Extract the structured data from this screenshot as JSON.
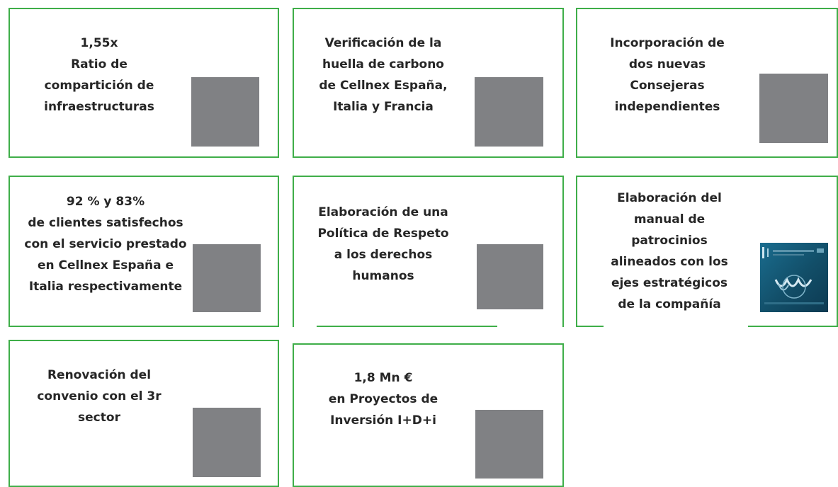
{
  "colors": {
    "border": "#3fae49",
    "text": "#262626",
    "placeholder": "#808184",
    "badge_dark": "#0d3a52",
    "badge_light": "#1a6d8f"
  },
  "cards": [
    {
      "lines": [
        "1,55x",
        "Ratio de",
        "compartición de",
        "infraestructuras"
      ],
      "icon": "image-placeholder"
    },
    {
      "lines": [
        "Verificación de la",
        "huella de carbono",
        "de Cellnex España,",
        "Italia y Francia"
      ],
      "icon": "image-placeholder"
    },
    {
      "lines": [
        "Incorporación de",
        "dos nuevas",
        "Consejeras",
        "independientes"
      ],
      "icon": "image-placeholder"
    },
    {
      "lines": [
        "92 % y 83%",
        "de clientes satisfechos",
        "con el servicio prestado",
        "en Cellnex España e",
        "Italia respectivamente"
      ],
      "icon": "image-placeholder"
    },
    {
      "lines": [
        "Elaboración de una",
        "Política de Respeto",
        "a los derechos",
        "humanos"
      ],
      "icon": "image-placeholder"
    },
    {
      "lines": [
        "Elaboración del",
        "manual de",
        "patrocinios",
        "alineados con los",
        "ejes estratégicos",
        "de la compañía"
      ],
      "icon": "sponsorship-badge-icon"
    },
    {
      "lines": [
        "Renovación del",
        "convenio con el 3r",
        "sector"
      ],
      "icon": "image-placeholder"
    },
    {
      "lines": [
        "1,8 Mn €",
        "en Proyectos de",
        "Inversión I+D+i"
      ],
      "icon": "image-placeholder"
    }
  ]
}
